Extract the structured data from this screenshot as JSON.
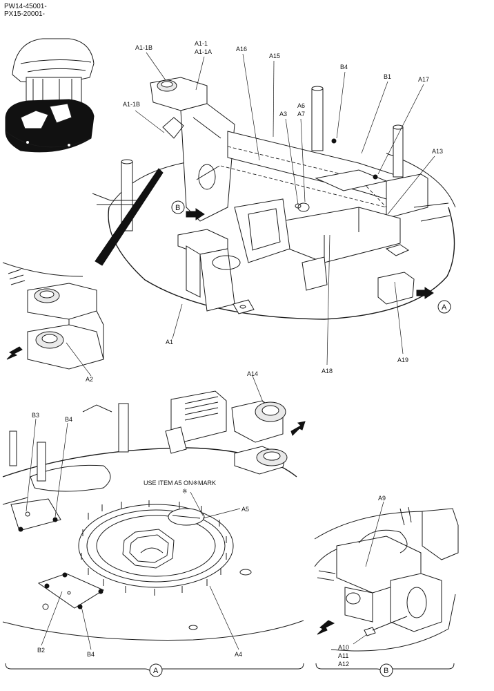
{
  "header": {
    "serial_line_1": "PW14-45001-",
    "serial_line_2": "PX15-20001-"
  },
  "main_view": {
    "labels": {
      "a1_1b_top": "A1-1B",
      "a1_1": "A1-1",
      "a1_1a": "A1-1A",
      "a16": "A16",
      "a15": "A15",
      "b4_top": "B4",
      "b1": "B1",
      "a17": "A17",
      "a1_1b_left": "A1-1B",
      "a3": "A3",
      "a6": "A6",
      "a7": "A7",
      "a13": "A13",
      "b_marker": "B",
      "a_marker": "A",
      "a1": "A1",
      "a18": "A18",
      "a19": "A19",
      "a2": "A2"
    }
  },
  "view_a": {
    "labels": {
      "b3": "B3",
      "b4_upper": "B4",
      "a14": "A14",
      "note": "USE ITEM A5 ON※MARK",
      "note_mark": "※",
      "a5": "A5",
      "b2": "B2",
      "b4_lower": "B4",
      "a4": "A4"
    },
    "caption": "A"
  },
  "view_b": {
    "labels": {
      "a9": "A9",
      "a10": "A10",
      "a11": "A11",
      "a12": "A12"
    },
    "caption": "B"
  }
}
